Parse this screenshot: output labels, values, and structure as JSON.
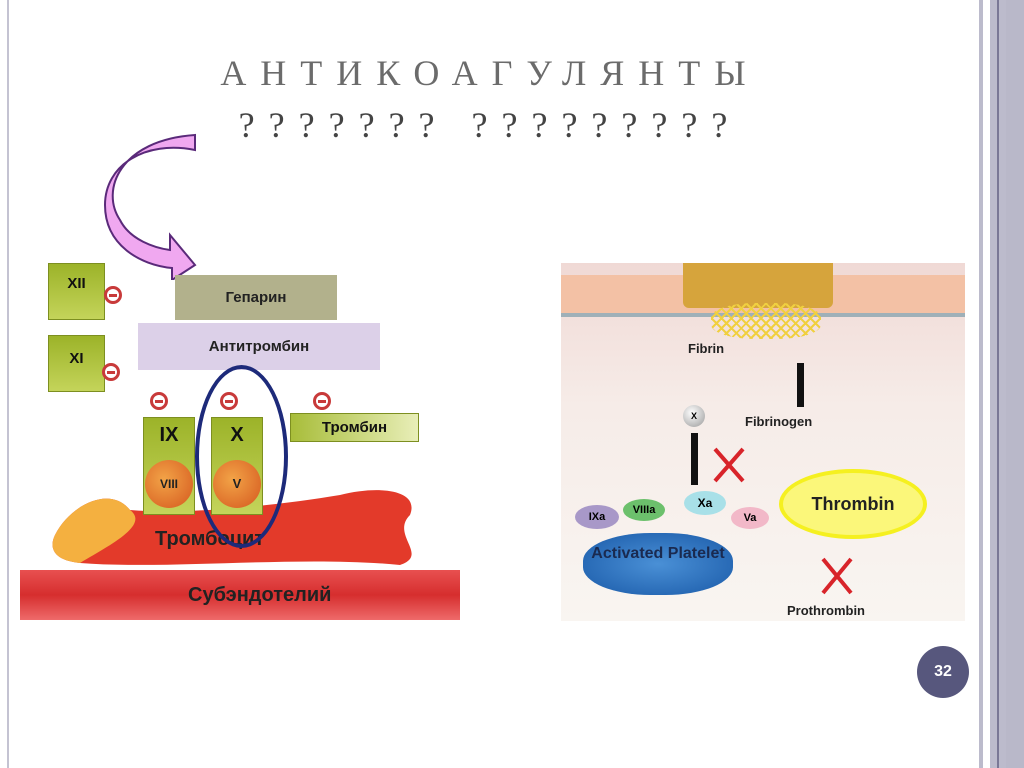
{
  "title": "АНТИКОАГУЛЯНТЫ",
  "subtitle": "??????? ?????????",
  "left_diagram": {
    "heparin": "Гепарин",
    "antithrombin": "Антитромбин",
    "thrombin": "Тромбин",
    "factor_xii": "XII",
    "factor_xi": "XI",
    "factor_ix": "IX",
    "factor_x": "X",
    "factor_viii": "VIII",
    "factor_v": "V",
    "platelet": "Тромбоцит",
    "subendothelium": "Субэндотелий"
  },
  "right_diagram": {
    "fibrin": "Fibrin",
    "fibrinogen": "Fibrinogen",
    "x": "X",
    "xa": "Xa",
    "va": "Va",
    "ixa": "IXa",
    "viiia": "VIIIa",
    "platelet": "Activated Platelet",
    "thrombin": "Thrombin",
    "prothrombin": "Prothrombin"
  },
  "page_number": "32"
}
